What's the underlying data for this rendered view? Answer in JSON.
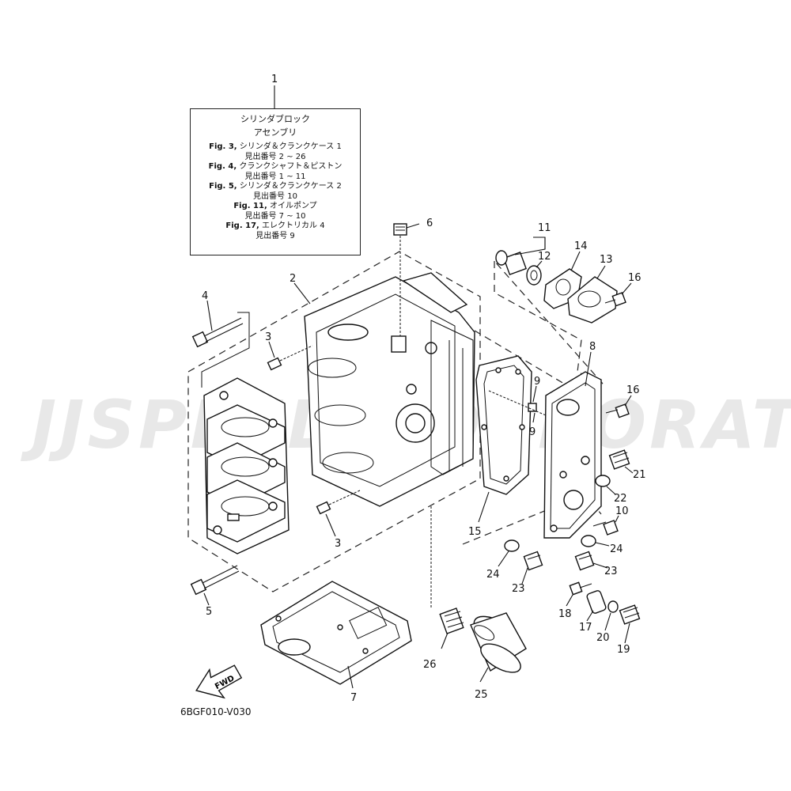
{
  "note_box": {
    "title_line1": "シリンダブロック",
    "title_line2": "アセンブリ",
    "refs": [
      {
        "fig": "Fig. 3,",
        "name": "シリンダ＆クランクケース 1",
        "range": "見出番号 2 ~ 26"
      },
      {
        "fig": "Fig. 4,",
        "name": "クランクシャフト＆ピストン",
        "range": "見出番号 1 ~ 11"
      },
      {
        "fig": "Fig. 5,",
        "name": "シリンダ＆クランクケース 2",
        "range": "見出番号 10"
      },
      {
        "fig": "Fig. 11,",
        "name": "オイルポンプ",
        "range": "見出番号 7 ~ 10"
      },
      {
        "fig": "Fig. 17,",
        "name": "エレクトリカル 4",
        "range": "見出番号 9"
      }
    ]
  },
  "callouts": {
    "c1": "1",
    "c2": "2",
    "c3a": "3",
    "c3b": "3",
    "c4": "4",
    "c5": "5",
    "c6": "6",
    "c7": "7",
    "c8": "8",
    "c9a": "9",
    "c9b": "9",
    "c10": "10",
    "c11": "11",
    "c12": "12",
    "c13": "13",
    "c14": "14",
    "c15": "15",
    "c16a": "16",
    "c16b": "16",
    "c17": "17",
    "c18": "18",
    "c19": "19",
    "c20": "20",
    "c21": "21",
    "c22": "22",
    "c23a": "23",
    "c23b": "23",
    "c24a": "24",
    "c24b": "24",
    "c25": "25",
    "c26": "26"
  },
  "fwd_label": "FWD",
  "diagram_code": "6BGF010-V030",
  "watermark": "JJSPEED CORPORATION"
}
